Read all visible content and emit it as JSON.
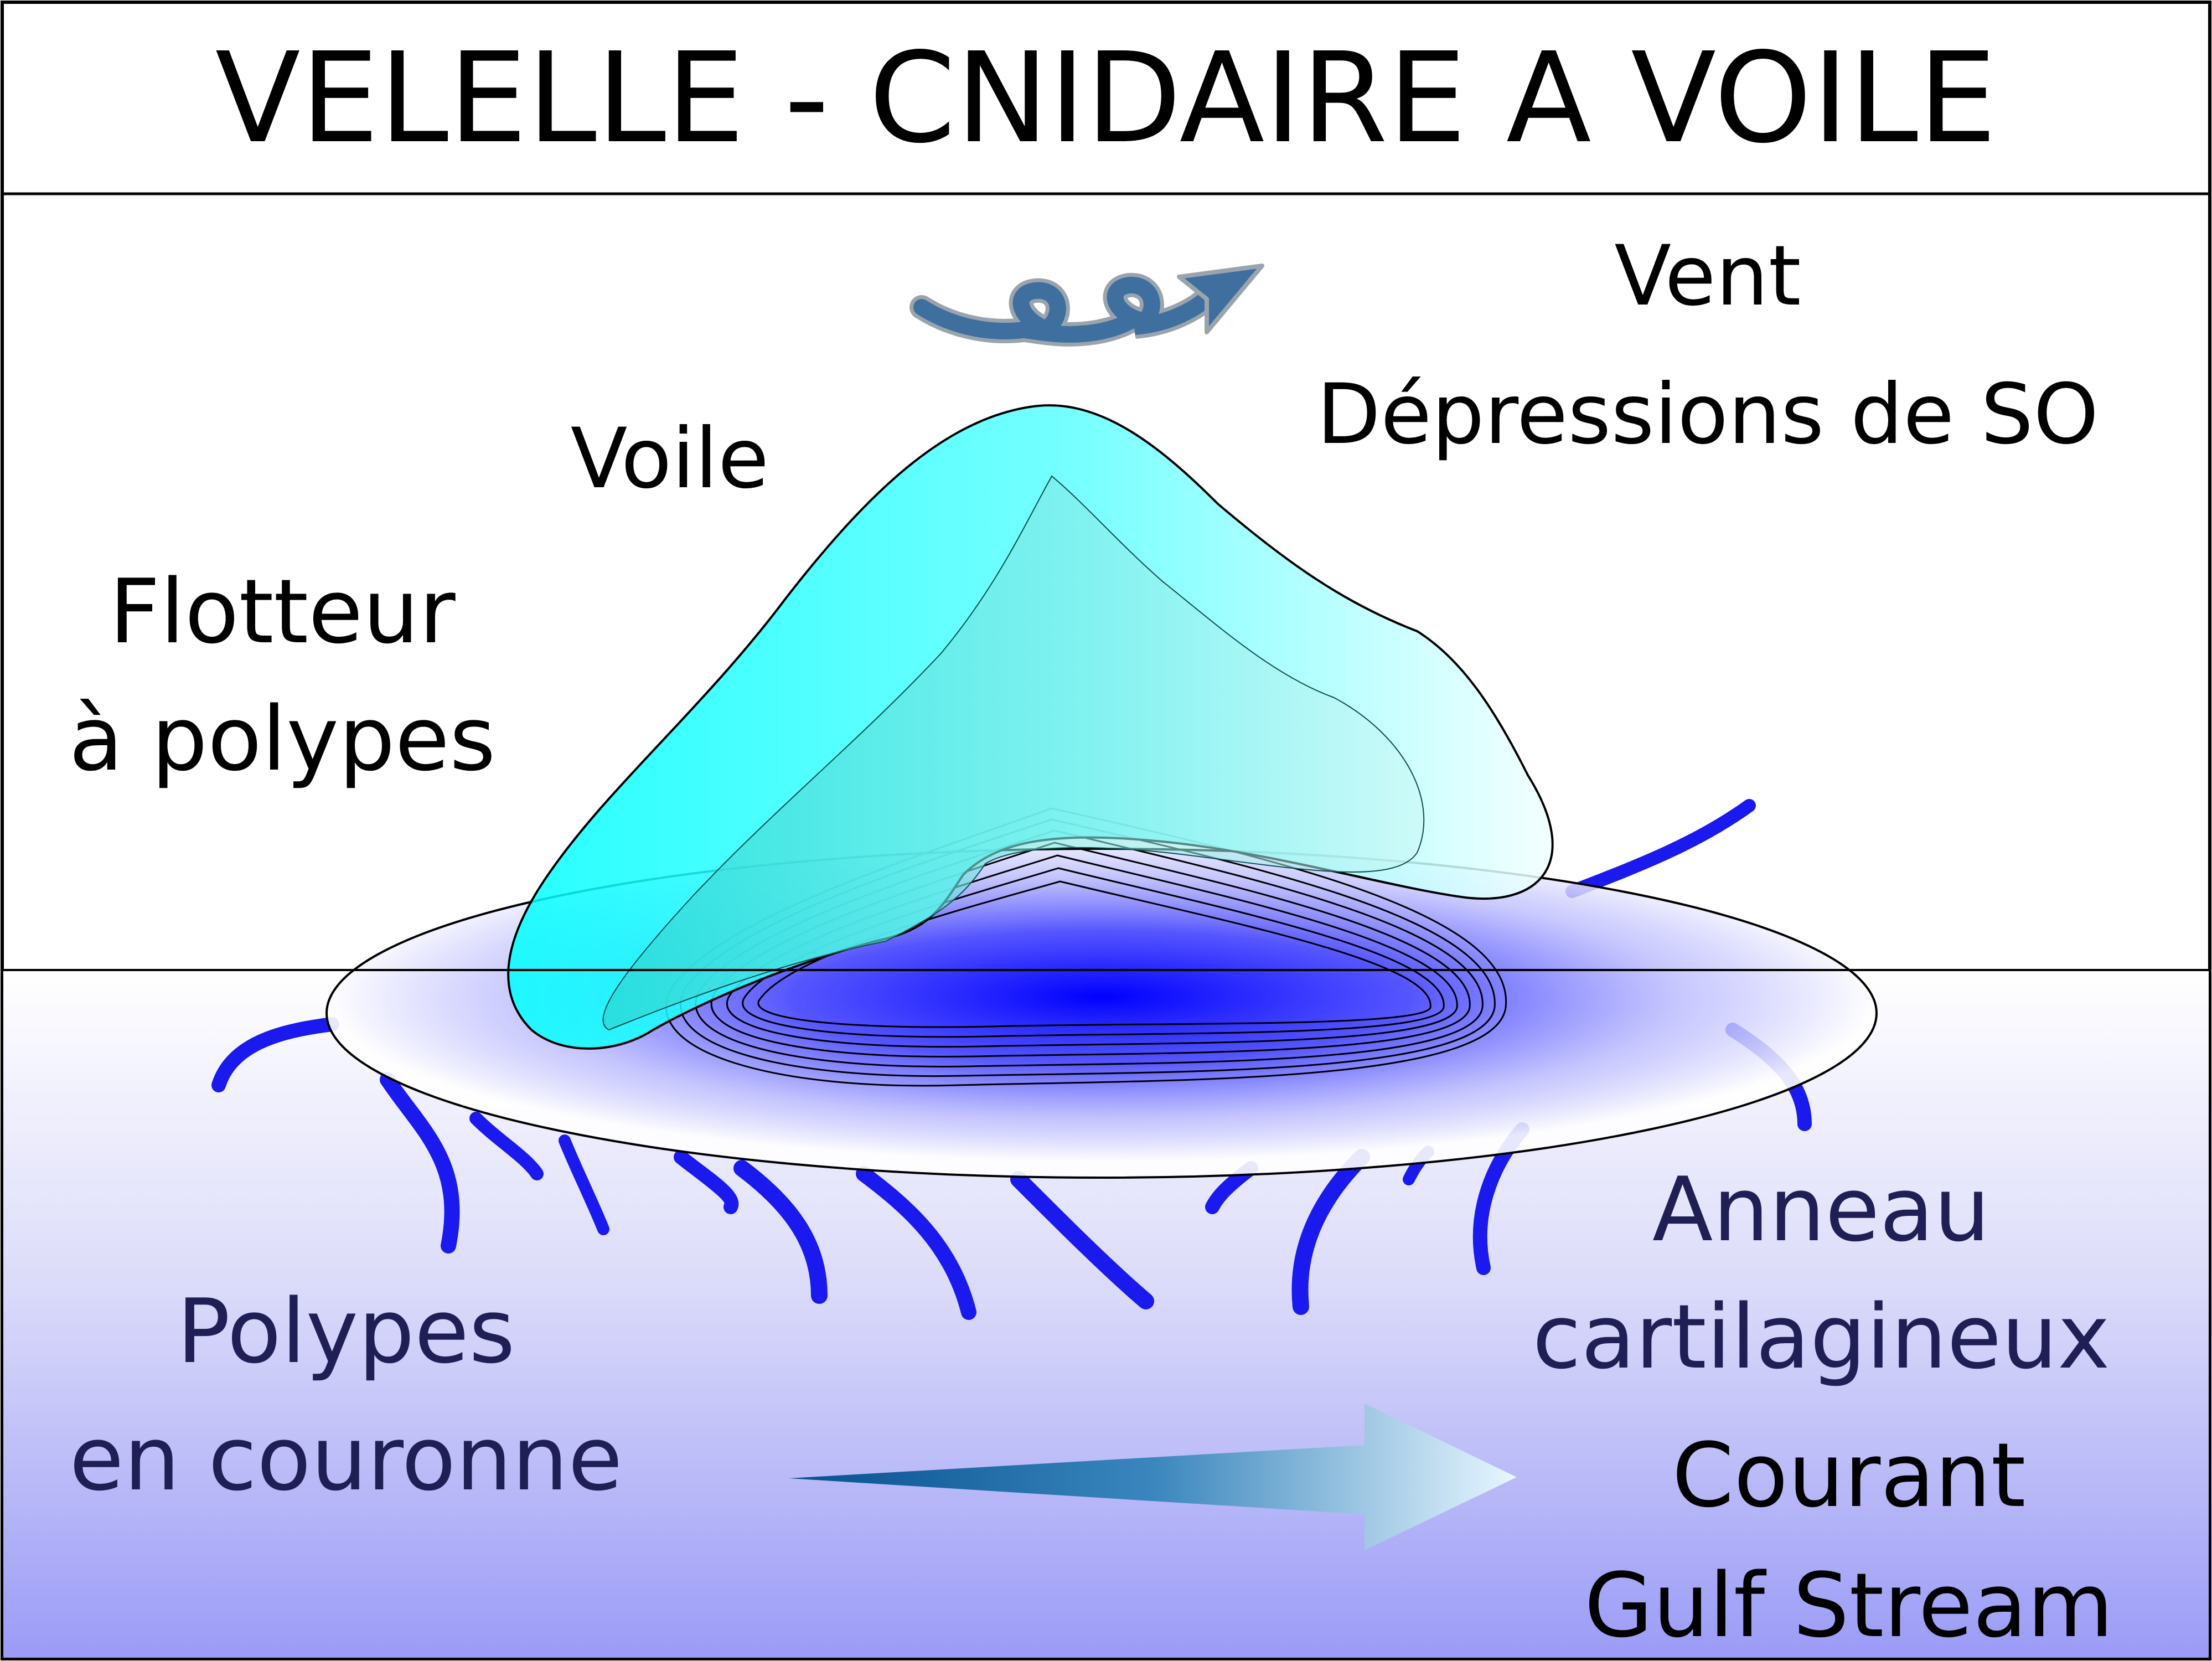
{
  "title": "VELELLE - CNIDAIRE A VOILE",
  "labels": {
    "vent_line1": "Vent",
    "vent_line2": "Dépressions de SO",
    "voile": "Voile",
    "flotteur_line1": "Flotteur",
    "flotteur_line2": "à polypes",
    "polypes_line1": "Polypes",
    "polypes_line2": "en couronne",
    "anneau_line1": "Anneau",
    "anneau_line2": "cartilagineux",
    "courant_line1": "Courant",
    "courant_line2": "Gulf Stream"
  },
  "colors": {
    "sail_cyan": "#00ffff",
    "float_blue": "#0000ff",
    "tentacle_blue": "#1a1aee",
    "water_bottom": "#9b9bf7",
    "wind_arrow": "#3f6f9f",
    "current_arrow_dark": "#0a5aa0",
    "current_arrow_light": "#e6f6ff",
    "underwater_text": "#1f1f55"
  },
  "icons": {
    "wind": "wind-spiral-arrow-icon",
    "current": "current-arrow-icon"
  }
}
